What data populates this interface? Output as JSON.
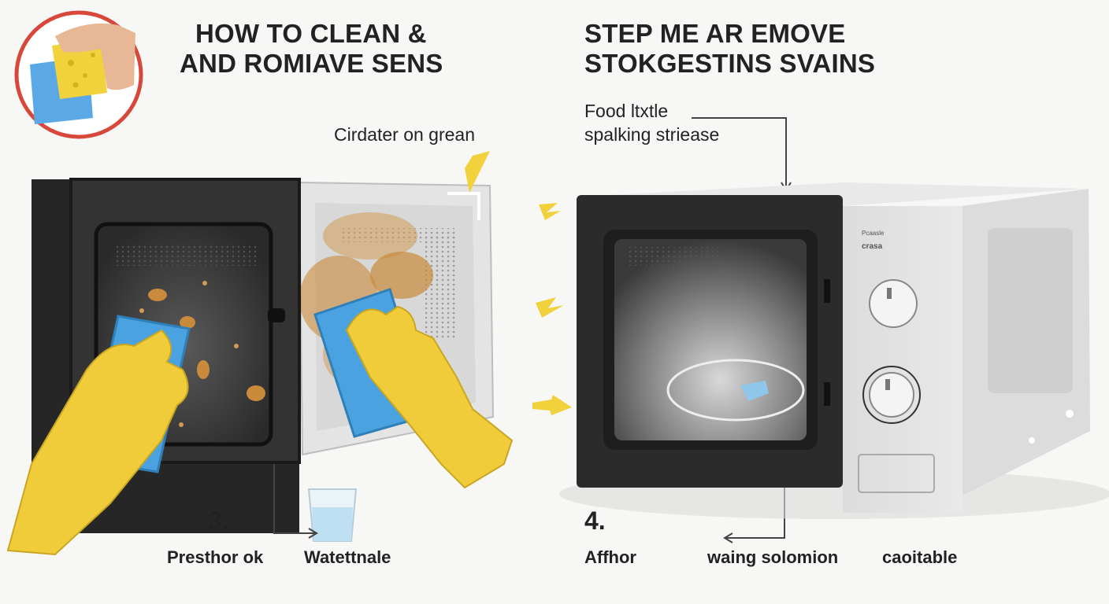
{
  "left_panel": {
    "title_line1": "HOW TO CLEAN &",
    "title_line2": "AND ROMIAVE SENS",
    "callout": "Cirdater on grean",
    "step_number": "3.",
    "caption_left": "Presthor ok",
    "caption_water": "Watettnale"
  },
  "right_panel": {
    "title_line1": "STEP ME  AR EMOVE",
    "title_line2": "STOKGESTINS SVAINS",
    "callout_line1": "Food ltxtle",
    "callout_line2": "spalking striease",
    "step_number": "4.",
    "caption_1": "Affhor",
    "caption_2": "waing solomion",
    "caption_3": "caoitable",
    "panel_text_1": "Pcaasle",
    "panel_text_2": "crasa"
  },
  "colors": {
    "glove": "#f0cc3a",
    "sponge": "#4aa3e0",
    "stain": "#c98a3c",
    "microwave_dark": "#2b2b2b",
    "accent_red": "#d8483a",
    "spark": "#f2d23c"
  }
}
